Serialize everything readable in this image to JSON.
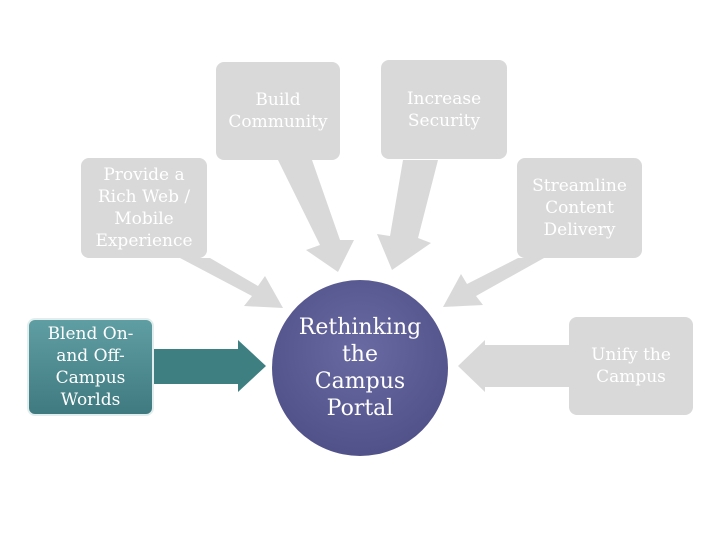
{
  "diagram": {
    "hub": "Rethinking\nthe\nCampus\nPortal",
    "nodes": {
      "build_community": "Build\nCommunity",
      "increase_security": "Increase\nSecurity",
      "rich_web": "Provide a\nRich Web /\nMobile\nExperience",
      "streamline": "Streamline\nContent\nDelivery",
      "blend": "Blend On-\nand Off-\nCampus\nWorlds",
      "unify": "Unify the\nCampus"
    },
    "colors": {
      "grey_node": "#d9d9d9",
      "teal_node": "#4a8a90",
      "hub": "#56568d",
      "arrow_grey": "#d9d9d9",
      "arrow_teal": "#3e8082"
    }
  }
}
